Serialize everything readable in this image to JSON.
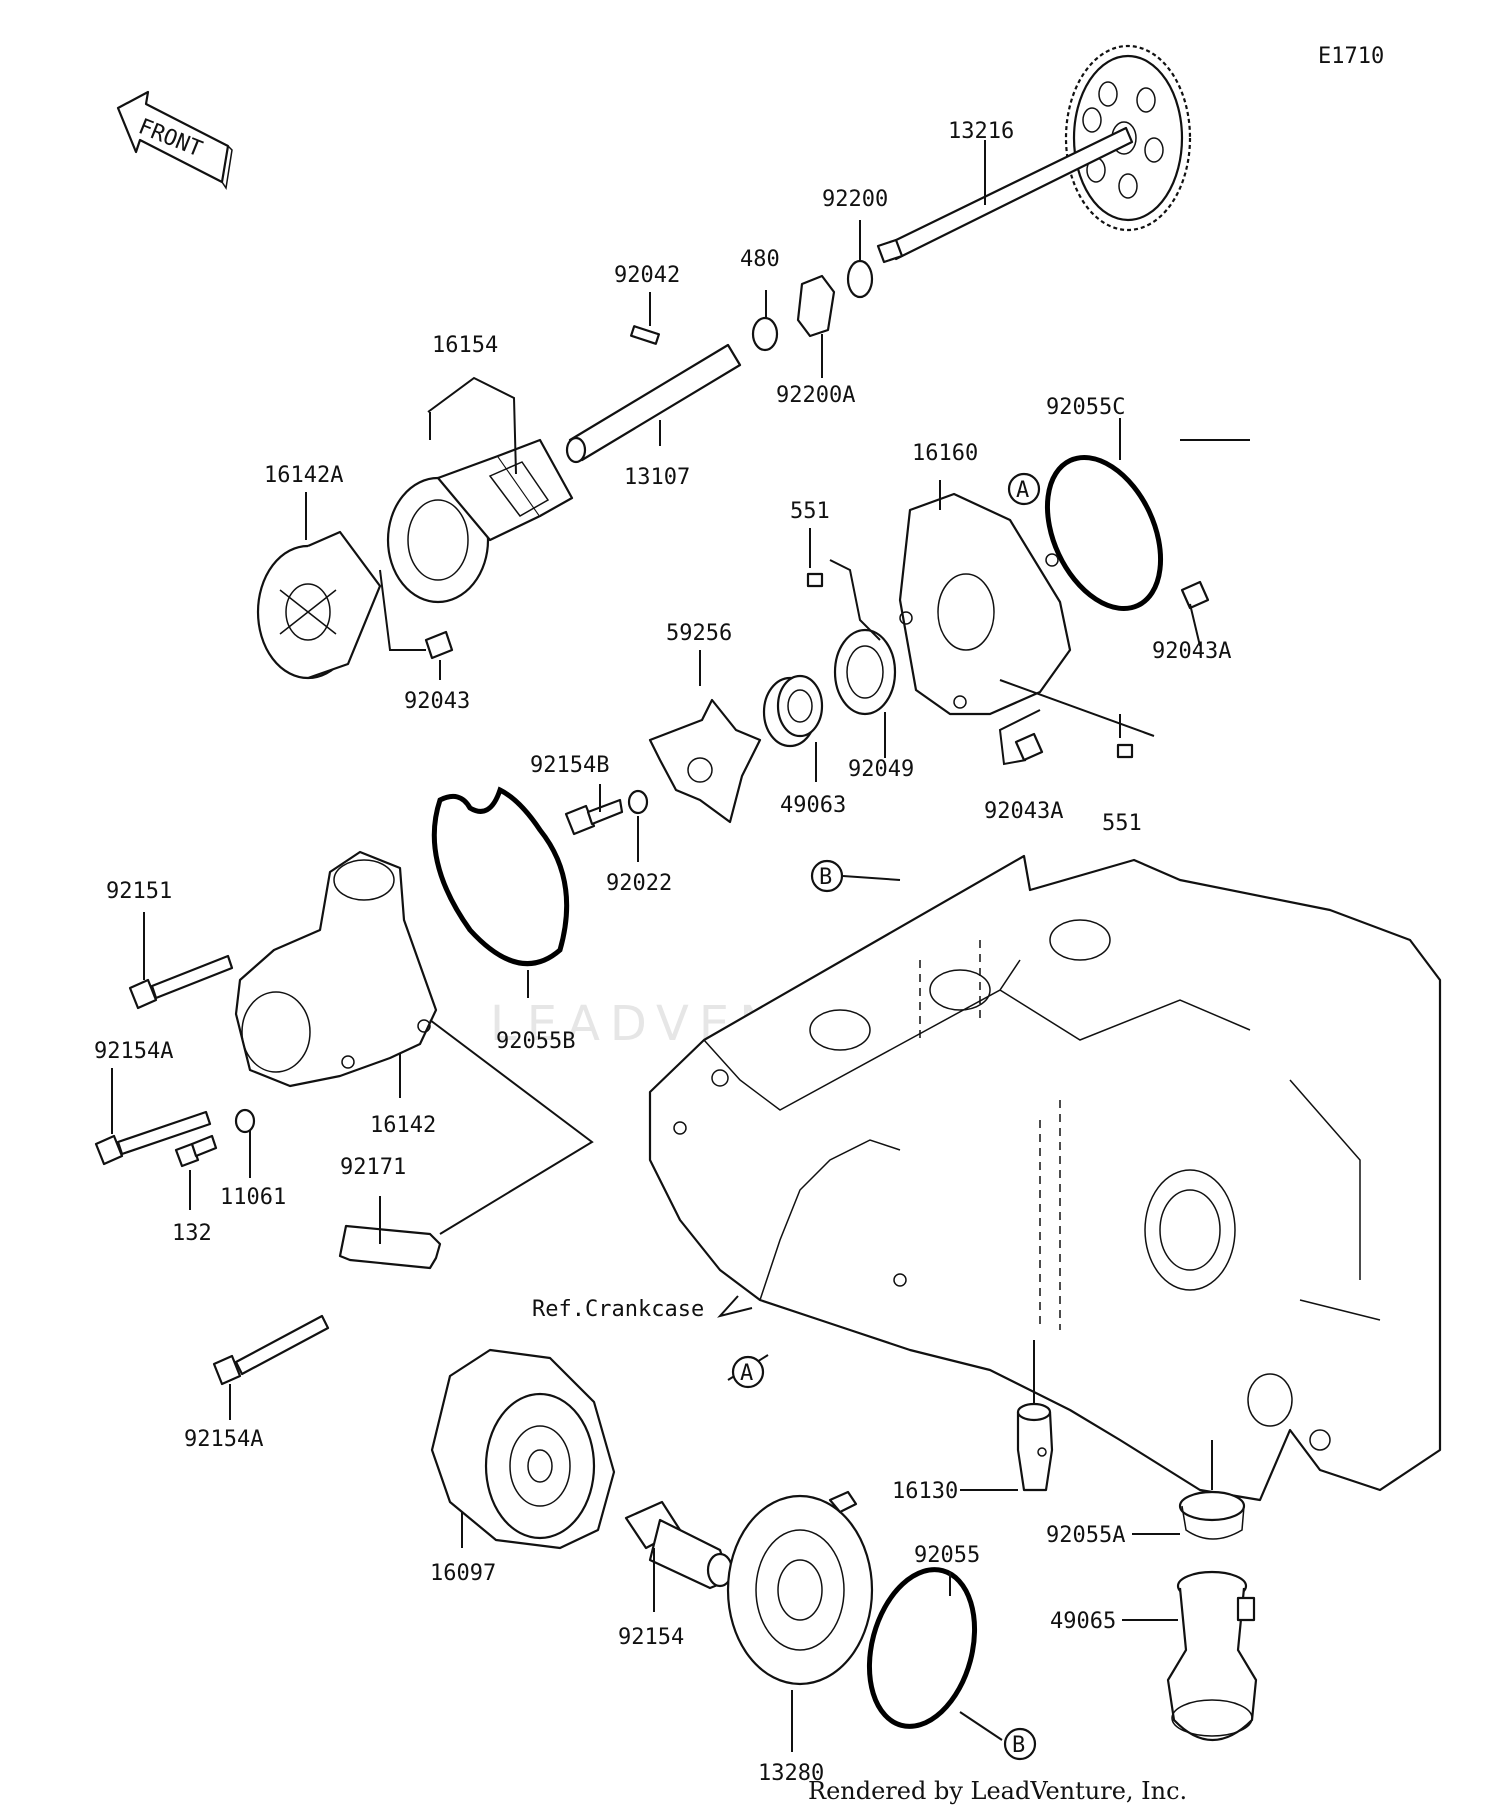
{
  "diagram_id": "E1710",
  "front_label": "FRONT",
  "watermark": "LEADVENTURE",
  "footer": "Rendered by LeadVenture, Inc.",
  "ref_label": "Ref.Crankcase",
  "callouts": {
    "a": "A",
    "b": "B"
  },
  "parts": {
    "p13216": "13216",
    "p92200": "92200",
    "p480": "480",
    "p92042": "92042",
    "p92200A": "92200A",
    "p16154": "16154",
    "p13107": "13107",
    "p16142A": "16142A",
    "p92043": "92043",
    "p92055C": "92055C",
    "p16160": "16160",
    "p551_top": "551",
    "p92043A_right": "92043A",
    "p59256": "59256",
    "p92154B": "92154B",
    "p49063": "49063",
    "p92049": "92049",
    "p92043A_bottom": "92043A",
    "p551_bottom": "551",
    "p92022": "92022",
    "p92151": "92151",
    "p92055B": "92055B",
    "p92154A_top": "92154A",
    "p16142": "16142",
    "p11061": "11061",
    "p132": "132",
    "p92171": "92171",
    "p92154A_bottom": "92154A",
    "p16130": "16130",
    "p92055A": "92055A",
    "p49065": "49065",
    "p16097": "16097",
    "p92154": "92154",
    "p92055": "92055",
    "p13280": "13280"
  }
}
